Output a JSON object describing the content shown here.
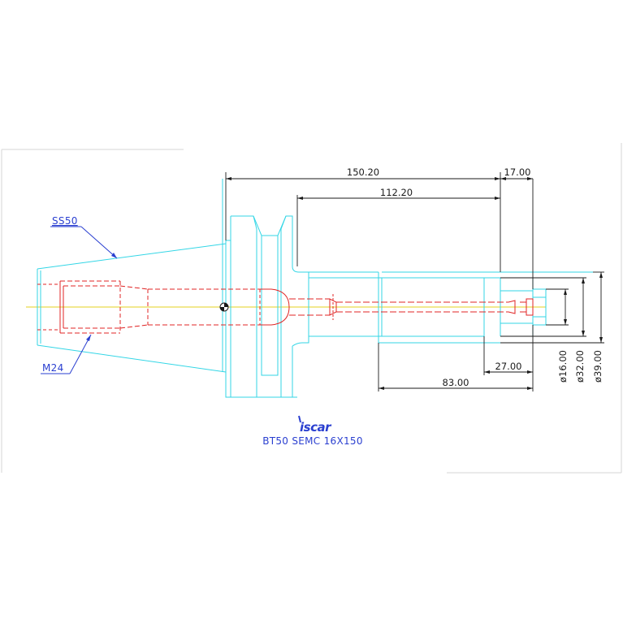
{
  "colors": {
    "outline": "#33d6e6",
    "hidden": "#e02424",
    "dimension": "#1a1a1a",
    "caption": "#2a3fd0",
    "centerline": "#e6d21f",
    "frame": "#d8d8d8"
  },
  "callouts": {
    "taper": "SS50",
    "thread": "M24"
  },
  "dimensions": {
    "overall_length": "150.20",
    "gauge_to_face": "112.20",
    "nose_length": "17.00",
    "bore_depth": "27.00",
    "shank_length": "83.00",
    "dia_bore": "ø16.00",
    "dia_body": "ø32.00",
    "dia_flange": "ø39.00"
  },
  "logo": {
    "text": "iscar"
  },
  "caption": {
    "part_number": "BT50 SEMC 16X150"
  }
}
